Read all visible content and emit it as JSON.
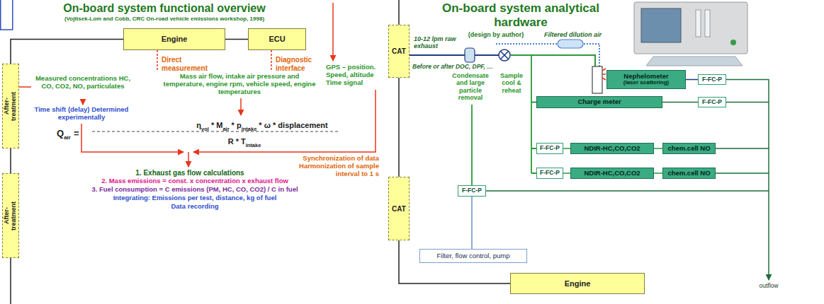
{
  "diagram": {
    "title": "On-board system functional overview",
    "nodes": [
      {
        "text": [
          "Engine"
        ]
      },
      {
        "text": [
          "ECU"
        ]
      },
      {
        "text": [
          "After- treatment"
        ]
      },
      {
        "text": [
          "After- treatment"
        ]
      },
      {
        "text": [
          "CAT"
        ]
      },
      {
        "text": [
          "Nephelometer",
          "(laser scattering)"
        ]
      },
      {
        "text": [
          "F-FC-P"
        ]
      },
      {
        "text": [
          "Charge meter"
        ]
      },
      {
        "text": [
          "F-FC-P"
        ]
      },
      {
        "text": [
          "F-FC-P"
        ]
      },
      {
        "text": [
          "NDIR-HC,CO,CO2"
        ]
      },
      {
        "text": [
          "chem.cell NO"
        ]
      },
      {
        "text": [
          "F-FC-P"
        ]
      },
      {
        "text": [
          "NDIR-HC,CO,CO2"
        ]
      },
      {
        "text": [
          "chem.cell NO"
        ]
      },
      {
        "text": [
          "CAT"
        ]
      },
      {
        "text": [
          "F-FC-P"
        ]
      },
      {
        "text": [
          "Filter, flow control, pump"
        ]
      },
      {
        "text": [
          "Engine"
        ]
      }
    ],
    "edges": [
      {
        "from": 0,
        "to": 1,
        "arrow": "none"
      },
      {
        "from": 0,
        "to": 2,
        "arrow": "none"
      },
      {
        "from": 2,
        "to": 3,
        "arrow": "none"
      },
      {
        "from": 4,
        "to": 15,
        "arrow": "none"
      },
      {
        "from": 5,
        "to": 6,
        "arrow": "none"
      },
      {
        "from": 7,
        "to": 8,
        "arrow": "none"
      },
      {
        "from": 9,
        "to": 10,
        "arrow": "none"
      },
      {
        "from": 10,
        "to": 11,
        "arrow": "none"
      },
      {
        "from": 12,
        "to": 13,
        "arrow": "none"
      },
      {
        "from": 13,
        "to": 14,
        "arrow": "none"
      },
      {
        "from": 16,
        "to": 17,
        "arrow": "none"
      },
      {
        "from": 15,
        "to": 18,
        "arrow": "none"
      }
    ],
    "labels": [
      "(Vojtisek-Lom and Cobb, CRC On-road vehicle emissions workshop, 1998)",
      "Direct measurement",
      "Diagnostic interface",
      "Measured concentrations HC, CO, CO2, NO, particulates",
      "Mass air flow, intake air pressure and temperature, engine rpm, vehicle speed, engine temperatures",
      "GPS – position. Speed, altitude Time signal",
      "Time shift (delay) Determined experimentally",
      "Q",
      "air",
      "=",
      "η",
      "vol",
      "* M",
      "air",
      "* p",
      "intake",
      "* ω * displacement",
      "R * T",
      "intake",
      "Synchronization of data Harmonization of sample interval to 1 s",
      "1. Exhaust gas flow calculations",
      "2. Mass emissions = const. x concentration x exhaust flow",
      "3. Fuel consumption = C emissions (PM, HC, CO, CO2) / C in fuel",
      "Integrating: Emissions per test, distance, kg of fuel",
      "Data recording",
      "On-board system analytical hardware",
      "(design by author)",
      "Filtered dilution air",
      "10-12 lpm raw exhaust",
      "Before or after DOC, DPF, …",
      "Sample cool & reheat",
      "Condensate and large particle removal",
      "outflow"
    ]
  }
}
